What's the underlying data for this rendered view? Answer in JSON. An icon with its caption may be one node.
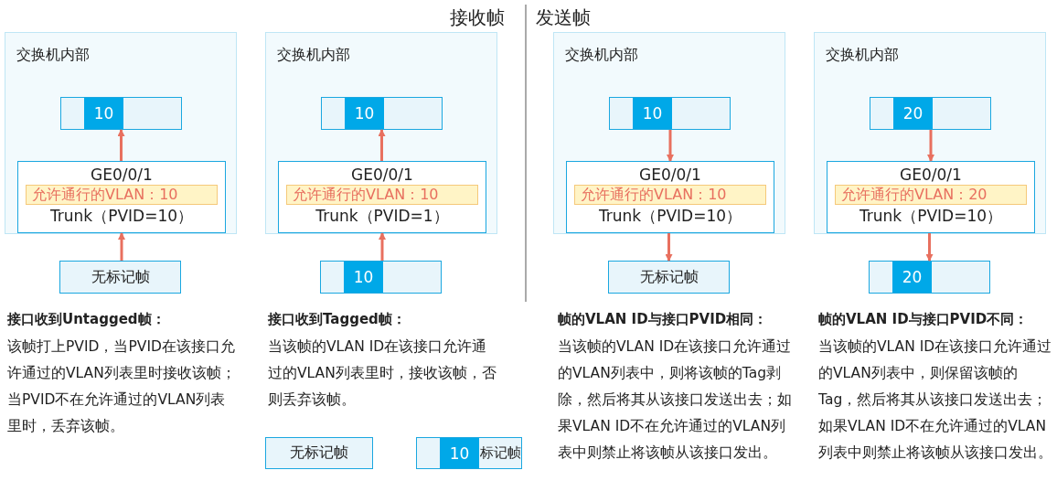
{
  "diagram": {
    "nodes": [
      {
        "text": [
          "交换机内部"
        ]
      },
      {
        "text": [
          "10"
        ],
        "in": 0
      },
      {
        "text": [
          "GE0/0/1",
          "允许通行的VLAN：10",
          "Trunk（PVID=10）"
        ],
        "in": 0
      },
      {
        "text": [
          "无标记帧"
        ]
      },
      {
        "text": [
          "交换机内部"
        ]
      },
      {
        "text": [
          "10"
        ],
        "in": 4
      },
      {
        "text": [
          "GE0/0/1",
          "允许通行的VLAN：10",
          "Trunk（PVID=1）"
        ],
        "in": 4
      },
      {
        "text": [
          "10"
        ]
      },
      {
        "text": [
          "交换机内部"
        ]
      },
      {
        "text": [
          "10"
        ],
        "in": 8
      },
      {
        "text": [
          "GE0/0/1",
          "允许通行的VLAN：10",
          "Trunk（PVID=10）"
        ],
        "in": 8
      },
      {
        "text": [
          "无标记帧"
        ]
      },
      {
        "text": [
          "交换机内部"
        ]
      },
      {
        "text": [
          "20"
        ],
        "in": 12
      },
      {
        "text": [
          "GE0/0/1",
          "允许通行的VLAN：20",
          "Trunk（PVID=10）"
        ],
        "in": 12
      },
      {
        "text": [
          "20"
        ]
      },
      {
        "text": [
          "无标记帧"
        ]
      },
      {
        "text": [
          "10",
          "标记帧"
        ]
      }
    ],
    "edges": [
      {
        "from": 3,
        "to": 2,
        "arrow": "to"
      },
      {
        "from": 2,
        "to": 1,
        "arrow": "to"
      },
      {
        "from": 7,
        "to": 6,
        "arrow": "to"
      },
      {
        "from": 6,
        "to": 5,
        "arrow": "to"
      },
      {
        "from": 9,
        "to": 10,
        "arrow": "to"
      },
      {
        "from": 10,
        "to": 11,
        "arrow": "to"
      },
      {
        "from": 13,
        "to": 14,
        "arrow": "to"
      },
      {
        "from": 14,
        "to": 15,
        "arrow": "to"
      }
    ],
    "labels": [
      "接收帧",
      "发送帧",
      "接口收到Untagged帧：",
      "该帧打上PVID，当PVID在该接口允许通过的VLAN列表里时接收该帧；当PVID不在允许通过的VLAN列表里时，丢弃该帧。",
      "接口收到Tagged帧：",
      "当该帧的VLAN ID在该接口允许通过的VLAN列表里时，接收该帧，否则丢弃该帧。",
      "帧的VLAN ID与接口PVID相同：",
      "当该帧的VLAN ID在该接口允许通过的VLAN列表中，则将该帧的Tag剥除，然后将其从该接口发送出去；如果VLAN ID不在允许通过的VLAN列表中则禁止将该帧从该接口发出。",
      "帧的VLAN ID与接口PVID不同：",
      "当该帧的VLAN ID在该接口允许通过的VLAN列表中，则保留该帧的Tag，然后将其从该接口发送出去；如果VLAN ID不在允许通过的VLAN列表中则禁止将该帧从该接口发出。"
    ]
  }
}
